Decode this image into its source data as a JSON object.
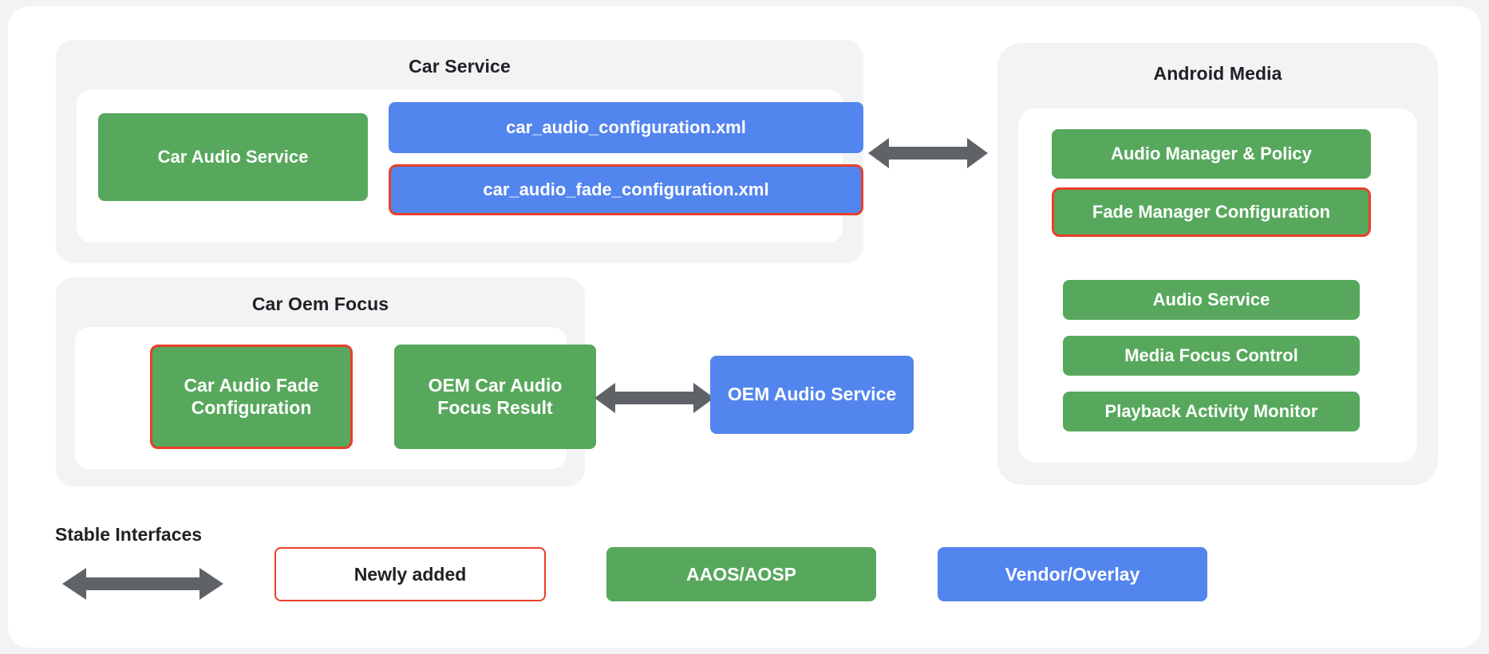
{
  "diagram": {
    "groups": [
      {
        "id": "car-service",
        "title": "Car Service",
        "nodes": [
          {
            "id": "car-audio-service",
            "label": "Car Audio Service",
            "kind": "green",
            "outlined": false
          },
          {
            "id": "car-audio-configuration-xml",
            "label": "car_audio_configuration.xml",
            "kind": "blue",
            "outlined": false
          },
          {
            "id": "car-audio-fade-configuration-xml",
            "label": "car_audio_fade_configuration.xml",
            "kind": "blue",
            "outlined": true
          }
        ]
      },
      {
        "id": "car-oem-focus",
        "title": "Car Oem Focus",
        "nodes": [
          {
            "id": "car-audio-fade-configuration",
            "label": "Car Audio Fade Configuration",
            "kind": "green",
            "outlined": true
          },
          {
            "id": "oem-car-audio-focus-result",
            "label": "OEM Car Audio Focus Result",
            "kind": "green",
            "outlined": false
          }
        ]
      },
      {
        "id": "android-media",
        "title": "Android Media",
        "nodes": [
          {
            "id": "audio-manager-policy",
            "label": "Audio Manager & Policy",
            "kind": "green",
            "outlined": false
          },
          {
            "id": "fade-manager-configuration",
            "label": "Fade Manager Configuration",
            "kind": "green",
            "outlined": true
          },
          {
            "id": "audio-service",
            "label": "Audio Service",
            "kind": "green",
            "outlined": false
          },
          {
            "id": "media-focus-control",
            "label": "Media Focus Control",
            "kind": "green",
            "outlined": false
          },
          {
            "id": "playback-activity-monitor",
            "label": "Playback Activity Monitor",
            "kind": "green",
            "outlined": false
          }
        ]
      }
    ],
    "standalone_nodes": [
      {
        "id": "oem-audio-service",
        "label": "OEM Audio Service",
        "kind": "blue",
        "outlined": false
      }
    ],
    "connectors": [
      {
        "id": "car-service-to-android-media",
        "style": "double-headed-arrow"
      },
      {
        "id": "car-oem-focus-to-oem-audio-service",
        "style": "double-headed-arrow"
      }
    ]
  },
  "legend": {
    "stable_interfaces_label": "Stable Interfaces",
    "items": [
      {
        "id": "newly-added",
        "label": "Newly added",
        "kind": "white-outlined"
      },
      {
        "id": "aaos-aosp",
        "label": "AAOS/AOSP",
        "kind": "green"
      },
      {
        "id": "vendor-overlay",
        "label": "Vendor/Overlay",
        "kind": "blue"
      }
    ]
  },
  "colors": {
    "green": "#57a85c",
    "blue": "#5385ee",
    "highlight_red": "#e8402a",
    "panel_gray": "#f1f3f4",
    "arrow_gray": "#5f6368",
    "text_dark": "#202124",
    "card_white": "#ffffff"
  }
}
